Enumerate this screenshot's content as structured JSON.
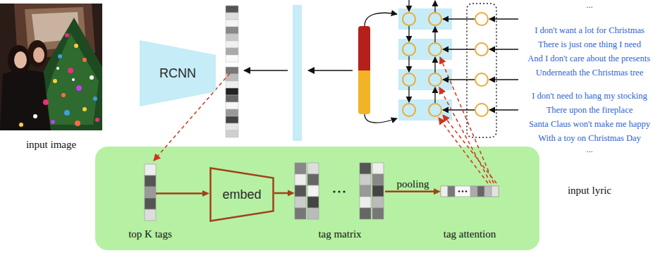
{
  "diagram": {
    "nodes": [
      {
        "text": [
          "input image"
        ]
      },
      {
        "text": [
          "RCNN"
        ]
      },
      {
        "text": [
          "top K tags"
        ]
      },
      {
        "text": [
          "embed"
        ]
      },
      {
        "text": [
          "tag matrix"
        ]
      },
      {
        "text": [
          "tag attention"
        ]
      }
    ],
    "edges": [
      {
        "from": 2,
        "to": 3,
        "arrow": "to"
      },
      {
        "from": 3,
        "to": 4,
        "arrow": "to"
      },
      {
        "from": 4,
        "to": 5,
        "label": "pooling",
        "arrow": "to"
      }
    ],
    "labels": [
      "...",
      "I don't want a lot for Christmas",
      "There is just one thing I need",
      "And I don't care about the presents",
      "Underneath the Christmas tree",
      "I don't need to hang my stocking",
      "There upon the fireplace",
      "Santa Claus won't make me happy",
      "With a toy on Christmas Day",
      "...",
      "input lyric"
    ]
  }
}
